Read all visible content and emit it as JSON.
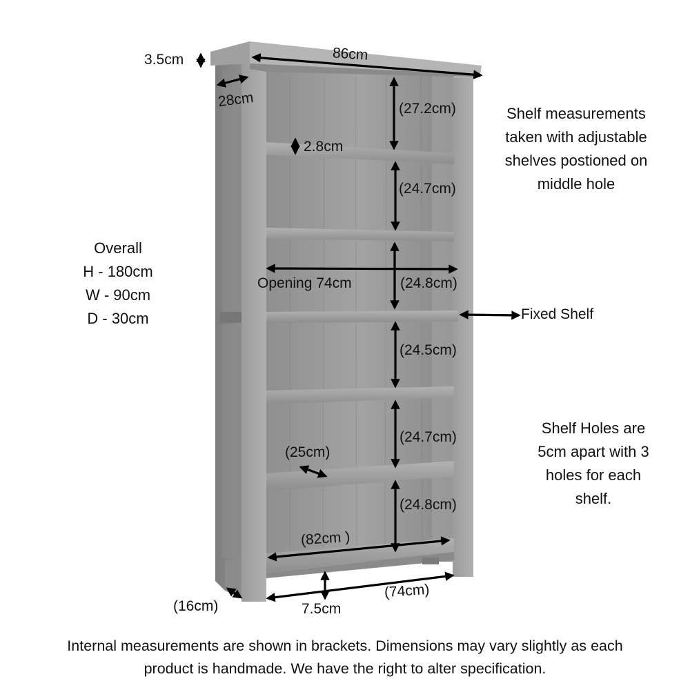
{
  "diagram": {
    "subject": "Bookcase dimensions diagram",
    "colors": {
      "background": "#ffffff",
      "text": "#111111",
      "arrow": "#000000",
      "wood_light": "#a9a9a9",
      "wood_mid": "#8c8c8c",
      "wood_dark": "#6e6e6e",
      "wood_interior": "#9a9a9a"
    }
  },
  "overall": {
    "title": "Overall",
    "height": "H - 180cm",
    "width": "W - 90cm",
    "depth": "D - 30cm"
  },
  "measurements": {
    "top_thickness": "3.5cm",
    "top_width": "86cm",
    "side_depth": "28cm",
    "shelf_thickness": "2.8cm",
    "gap_1": "(27.2cm)",
    "gap_2": "(24.7cm)",
    "gap_3": "(24.8cm)",
    "opening": "Opening 74cm",
    "gap_4": "(24.5cm)",
    "gap_5": "(24.7cm)",
    "shelf_depth": "(25cm)",
    "gap_6": "(24.8cm)",
    "base_width": "(82cm )",
    "leg_depth": "(16cm)",
    "plinth_height": "7.5cm",
    "leg_span": "(74cm)"
  },
  "callouts": {
    "fixed_shelf": "Fixed Shelf"
  },
  "notes": {
    "shelf_measurements": [
      "Shelf measurements",
      "taken with adjustable",
      "shelves postioned on",
      "middle hole"
    ],
    "shelf_holes": [
      "Shelf Holes are",
      "5cm apart with 3",
      "holes for each",
      "shelf."
    ]
  },
  "footer": {
    "line1": "Internal measurements are shown in brackets. Dimensions may vary slightly as each",
    "line2": "product is handmade. We have the right to alter specification."
  }
}
